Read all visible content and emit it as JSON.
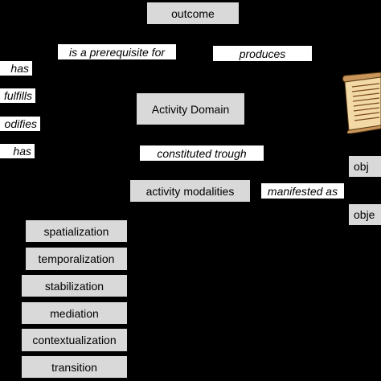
{
  "nodes": {
    "outcome": "outcome",
    "activity_domain": "Activity Domain",
    "activity_modalities": "activity modalities",
    "object_1": "obj",
    "object_2": "obje"
  },
  "relations": {
    "prerequisite": "is a prerequisite for",
    "produces": "produces",
    "has_1": "has",
    "fulfills": "fulfills",
    "modifies": "odifies",
    "has_2": "has",
    "constituted": "constituted trough",
    "manifested": "manifested as"
  },
  "modalities": [
    "spatialization",
    "temporalization",
    "stabilization",
    "mediation",
    "contextualization",
    "transition"
  ],
  "icons": {
    "scroll": "scroll-icon"
  }
}
